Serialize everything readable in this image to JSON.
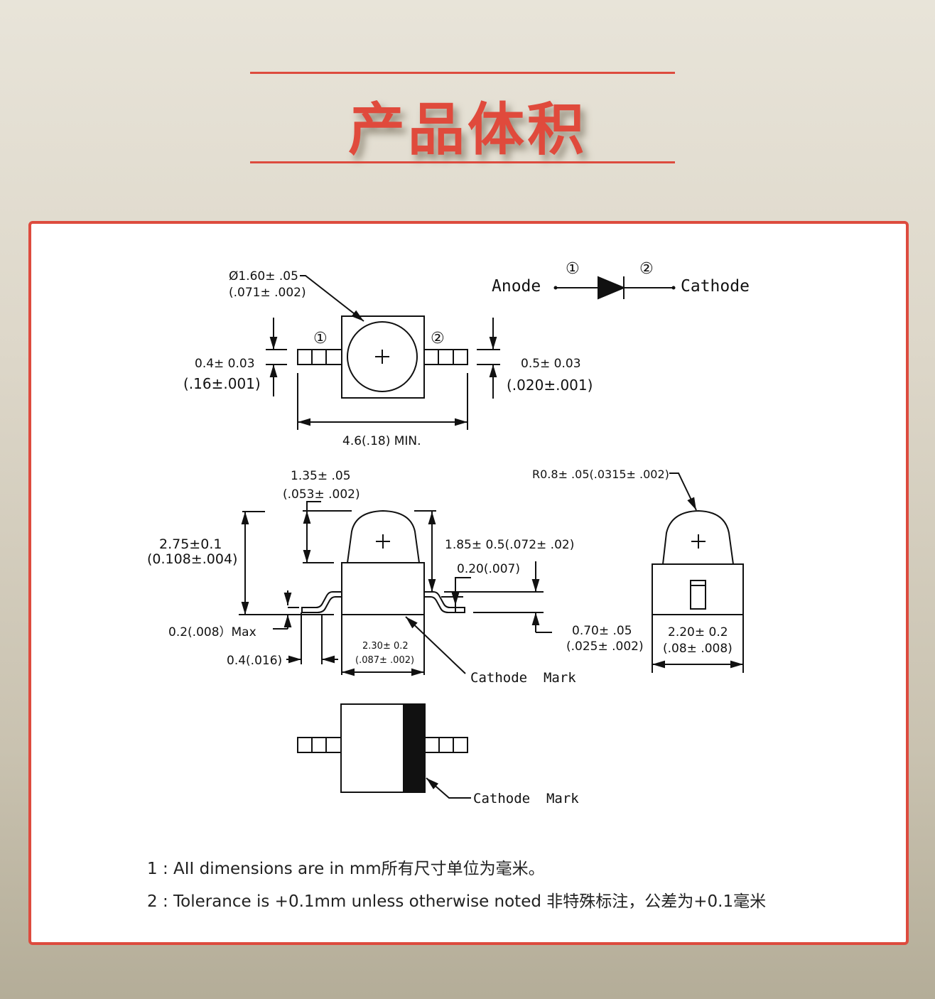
{
  "header": {
    "title": "产品体积",
    "accent_color": "#dd4b3e"
  },
  "diagram": {
    "top_view": {
      "lens_diameter": "Ø1.60± .05",
      "lens_diameter_in": "(.071± .002)",
      "lead_width_left": "0.4± 0.03",
      "lead_width_left_in": "(.16±.001)",
      "lead_width_right": "0.5± 0.03",
      "lead_width_right_in": "(.020±.001)",
      "overall_length": "4.6(.18) MIN.",
      "pin1_label": "①",
      "pin2_label": "②"
    },
    "schematic": {
      "anode_label": "Anode",
      "cathode_label": "Cathode",
      "pin1_label": "①",
      "pin2_label": "②"
    },
    "side_view": {
      "lens_height": "1.35± .05",
      "lens_height_in": "(.053± .002)",
      "total_height": "2.75±0.1",
      "total_height_in": "(0.108±.004)",
      "body_to_lead": "1.85± 0.5(.072± .02)",
      "lead_thickness": "0.20(.007)",
      "standoff": "0.2(.008）Max",
      "lead_foot": "0.4(.016)",
      "body_width": "2.30± 0.2",
      "body_width_in": "(.087± .002)",
      "lead_offset": "0.70± .05",
      "lead_offset_in": "(.025± .002)",
      "cathode_mark_label": "Cathode  Mark"
    },
    "end_view": {
      "lens_radius": "R0.8± .05(.0315± .002)",
      "body_depth": "2.20± 0.2",
      "body_depth_in": "(.08± .008)"
    },
    "bottom_view": {
      "cathode_mark_label": "Cathode  Mark"
    }
  },
  "notes": [
    "1 : AII dimensions are in mm所有尺寸单位为毫米。",
    "2 : Tolerance is +0.1mm unless otherwise noted 非特殊标注，公差为+0.1毫米"
  ]
}
